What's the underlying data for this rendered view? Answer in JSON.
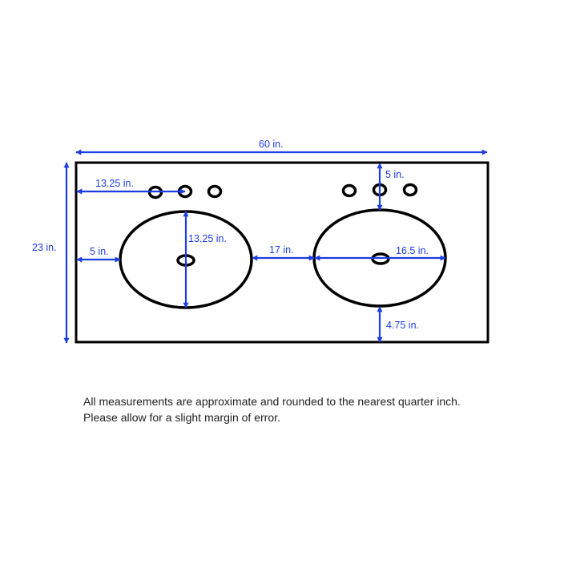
{
  "dimensions": {
    "overall_width": "60 in.",
    "overall_depth": "23 in.",
    "faucet_to_left_edge": "13.25 in.",
    "left_sink_front_to_back": "13.25 in.",
    "left_sink_to_left_edge": "5 in.",
    "between_sinks": "17 in.",
    "right_sink_width": "16.5 in.",
    "back_edge_to_right_sink": "5 in.",
    "right_sink_to_front_edge": "4.75 in."
  },
  "note": {
    "line1": "All measurements are approximate and rounded to the nearest quarter inch.",
    "line2": "Please allow for a slight margin of error."
  },
  "colors": {
    "outline": "#000000",
    "dimension": "#1c3de0",
    "text": "#222222"
  }
}
